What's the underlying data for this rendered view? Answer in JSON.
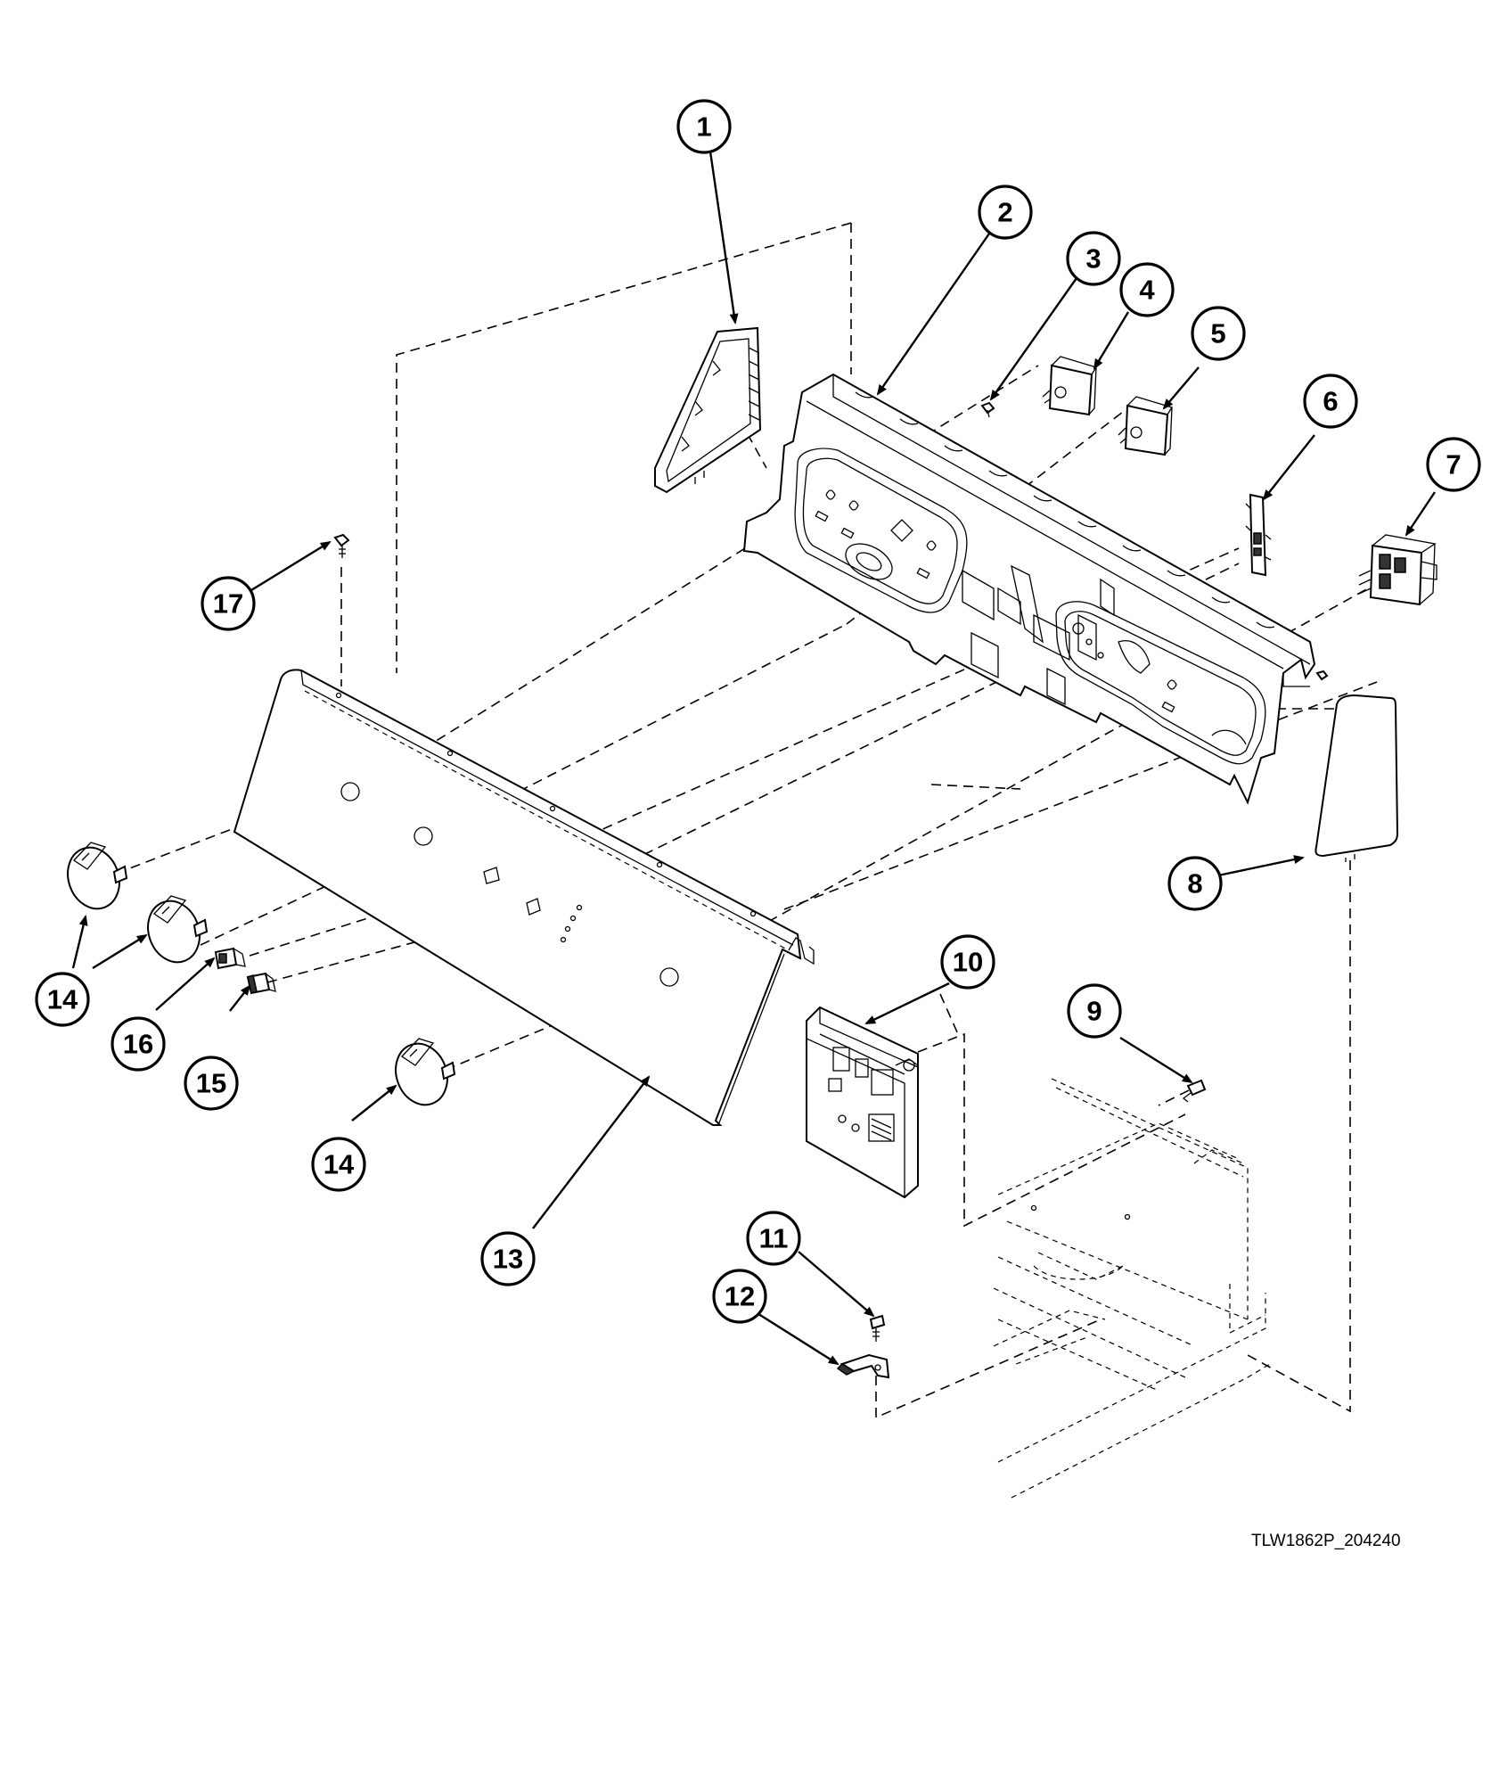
{
  "diagram": {
    "drawing_number": "TLW1862P_204240",
    "callouts": [
      {
        "id": "callout-1",
        "label": "1"
      },
      {
        "id": "callout-2",
        "label": "2"
      },
      {
        "id": "callout-3",
        "label": "3"
      },
      {
        "id": "callout-4",
        "label": "4"
      },
      {
        "id": "callout-5",
        "label": "5"
      },
      {
        "id": "callout-6",
        "label": "6"
      },
      {
        "id": "callout-7",
        "label": "7"
      },
      {
        "id": "callout-8",
        "label": "8"
      },
      {
        "id": "callout-9",
        "label": "9"
      },
      {
        "id": "callout-10",
        "label": "10"
      },
      {
        "id": "callout-11",
        "label": "11"
      },
      {
        "id": "callout-12",
        "label": "12"
      },
      {
        "id": "callout-13",
        "label": "13"
      },
      {
        "id": "callout-14a",
        "label": "14"
      },
      {
        "id": "callout-14b",
        "label": "14"
      },
      {
        "id": "callout-15",
        "label": "15"
      },
      {
        "id": "callout-16",
        "label": "16"
      },
      {
        "id": "callout-17",
        "label": "17"
      }
    ]
  }
}
